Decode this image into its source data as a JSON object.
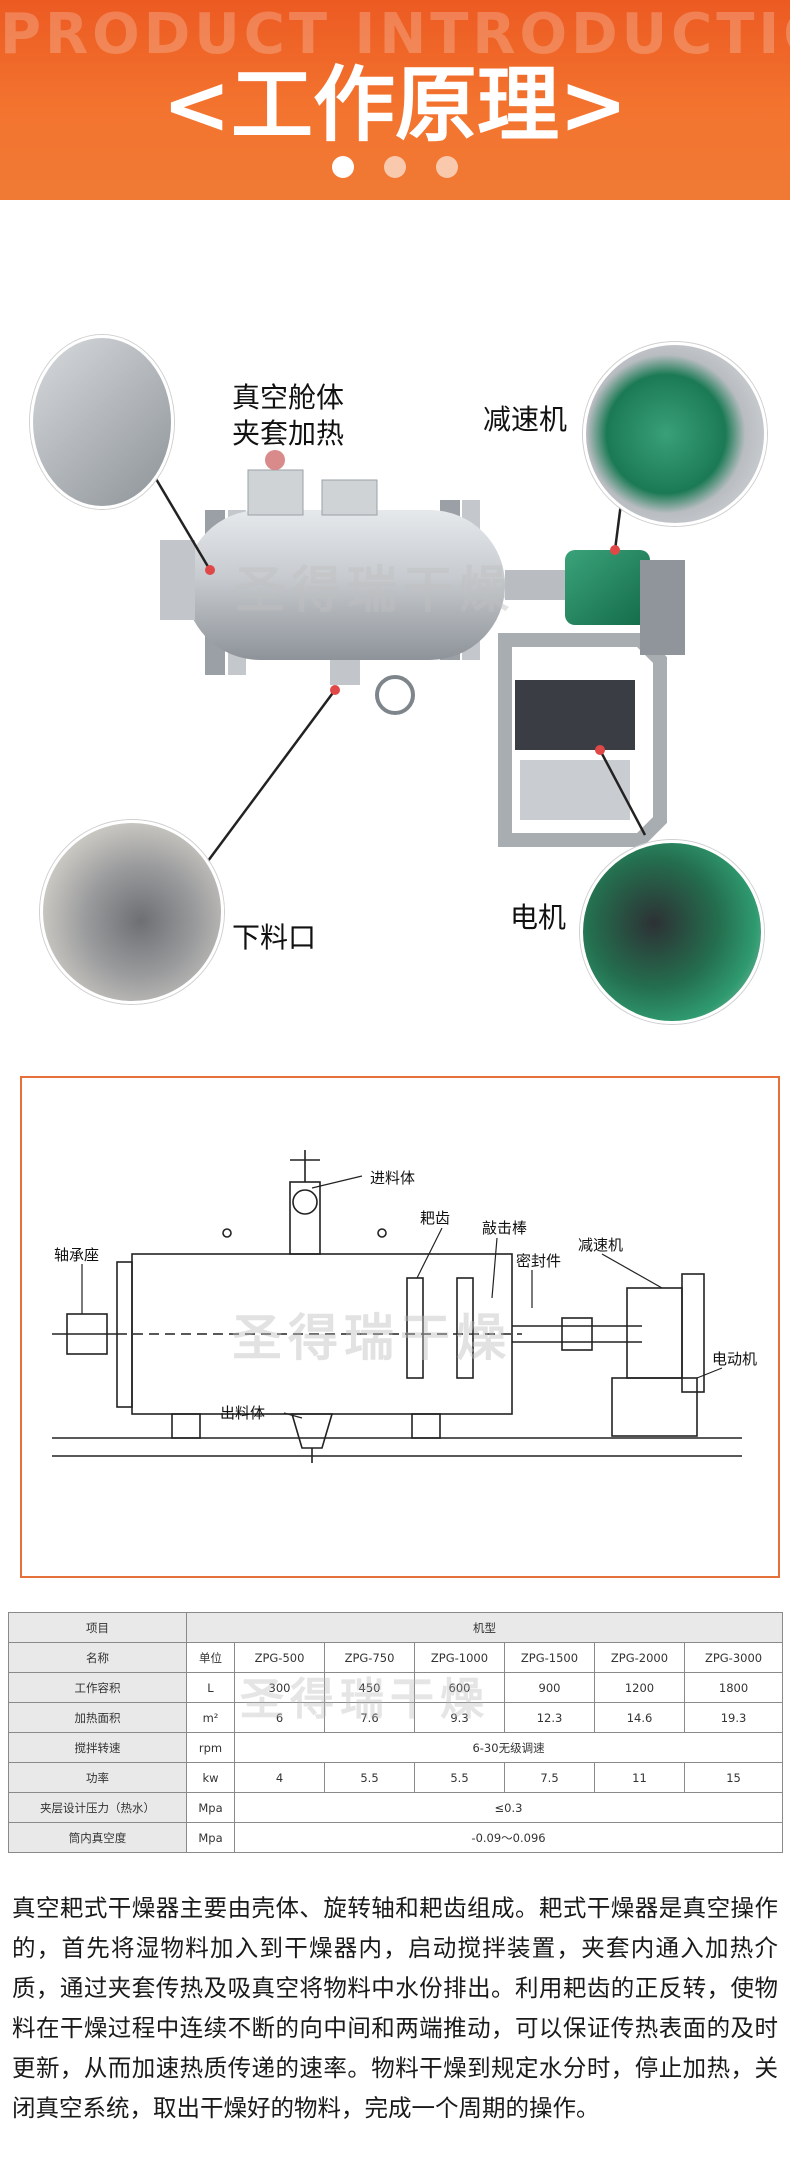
{
  "header": {
    "bg_text": "PRODUCT INTRODUCTION",
    "title": "<工作原理>"
  },
  "photo": {
    "labels": {
      "vacuum_chamber": "真空舱体",
      "jacket_heating": "夹套加热",
      "reducer": "减速机",
      "discharge": "下料口",
      "motor": "电机"
    },
    "watermark": "圣得瑞干燥"
  },
  "drawing": {
    "labels": {
      "feed": "进料体",
      "rake_teeth": "耙齿",
      "knock_rod": "敲击棒",
      "bearing_seat": "轴承座",
      "seal": "密封件",
      "reducer": "减速机",
      "motor": "电动机",
      "discharge": "出料体"
    },
    "watermark": "圣得瑞干燥"
  },
  "table": {
    "header": {
      "item": "项目",
      "model": "机型"
    },
    "rows": [
      {
        "label": "名称",
        "unit": "单位",
        "values": [
          "ZPG-500",
          "ZPG-750",
          "ZPG-1000",
          "ZPG-1500",
          "ZPG-2000",
          "ZPG-3000"
        ]
      },
      {
        "label": "工作容积",
        "unit": "L",
        "values": [
          "300",
          "450",
          "600",
          "900",
          "1200",
          "1800"
        ]
      },
      {
        "label": "加热面积",
        "unit": "m²",
        "values": [
          "6",
          "7.6",
          "9.3",
          "12.3",
          "14.6",
          "19.3"
        ]
      },
      {
        "label": "搅拌转速",
        "unit": "rpm",
        "span": "6-30无级调速"
      },
      {
        "label": "功率",
        "unit": "kw",
        "values": [
          "4",
          "5.5",
          "5.5",
          "7.5",
          "11",
          "15"
        ]
      },
      {
        "label": "夹层设计压力（热水）",
        "unit": "Mpa",
        "span": "≤0.3"
      },
      {
        "label": "筒内真空度",
        "unit": "Mpa",
        "span": "-0.09～0.096"
      }
    ],
    "watermark": "圣得瑞干燥"
  },
  "description": "真空耙式干燥器主要由壳体、旋转轴和耙齿组成。耙式干燥器是真空操作的，首先将湿物料加入到干燥器内，启动搅拌装置，夹套内通入加热介质，通过夹套传热及吸真空将物料中水份排出。利用耙齿的正反转，使物料在干燥过程中连续不断的向中间和两端推动，可以保证传热表面的及时更新，从而加速热质传递的速率。物料干燥到规定水分时，停止加热，关闭真空系统，取出干燥好的物料，完成一个周期的操作。"
}
